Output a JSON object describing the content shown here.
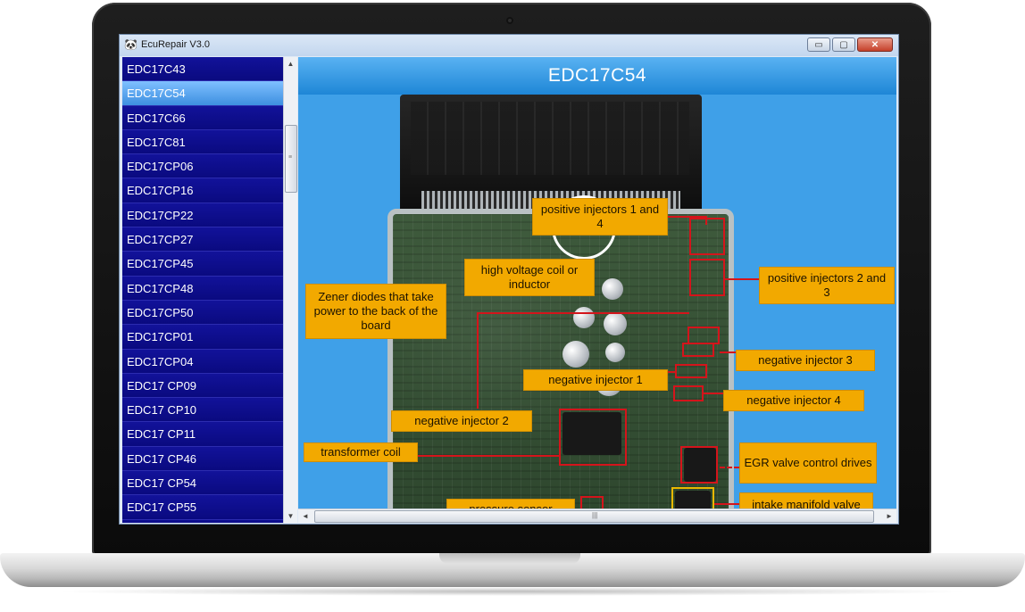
{
  "window": {
    "title": "EcuRepair V3.0",
    "minimize": "▭",
    "maximize": "▢",
    "close": "✕"
  },
  "sidebar": {
    "items": [
      "EDC17C43",
      "EDC17C54",
      "EDC17C66",
      "EDC17C81",
      "EDC17CP06",
      "EDC17CP16",
      "EDC17CP22",
      "EDC17CP27",
      "EDC17CP45",
      "EDC17CP48",
      "EDC17CP50",
      "EDC17CP01",
      "EDC17CP04",
      "EDC17 CP09",
      "EDC17 CP10",
      "EDC17 CP11",
      "EDC17 CP46",
      "EDC17 CP54",
      "EDC17 CP55"
    ],
    "selected_index": 1
  },
  "content": {
    "title": "EDC17C54",
    "labels": {
      "pos_inj_14": "positive injectors 1 and 4",
      "pos_inj_23": "positive injectors 2 and 3",
      "hv_coil": "high voltage coil or inductor",
      "zener": "Zener diodes that take power to the back of the board",
      "neg_inj_3": "negative injector 3",
      "neg_inj_1": "negative injector 1",
      "neg_inj_4": "negative injector 4",
      "neg_inj_2": "negative injector 2",
      "transformer": "transformer coil",
      "egr": "EGR valve control drives",
      "pressure": "pressure sensor",
      "intake": "intake manifold valve control drive"
    }
  },
  "scroll": {
    "up": "▲",
    "down": "▼",
    "left": "◄",
    "right": "►",
    "grip_v": "≡",
    "grip_h": "|||"
  },
  "colors": {
    "list_bg": "#0c0c8c",
    "selected_bg": "#4da2f0",
    "label_bg": "#f2a900",
    "highlight": "#d4141b",
    "content_bg": "#3fa0e8"
  }
}
